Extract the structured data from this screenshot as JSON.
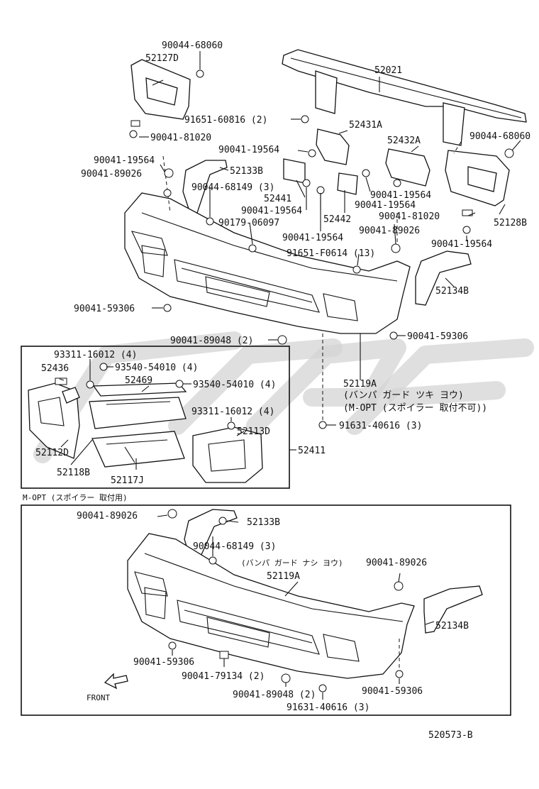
{
  "labels": {
    "p90044_68060_tl": "90044-68060",
    "p52127D": "52127D",
    "p52021": "52021",
    "p91651_60816": "91651-60816 (2)",
    "p52431A": "52431A",
    "p90044_68060_r": "90044-68060",
    "p90041_81020_l": "90041-81020",
    "p90041_19564_a": "90041-19564",
    "p52432A": "52432A",
    "p90041_19564_b": "90041-19564",
    "p90041_89026_a": "90041-89026",
    "p52133B_a": "52133B",
    "p90044_68149_a": "90044-68149 (3)",
    "p52441": "52441",
    "p90041_19564_c": "90041-19564",
    "p90041_19564_d": "90041-19564",
    "p90041_19564_e": "90041-19564",
    "p52442": "52442",
    "p90041_81020_r": "90041-81020",
    "p52128B": "52128B",
    "p90179_06097": "90179-06097",
    "p90041_19564_f": "90041-19564",
    "p90041_89026_b": "90041-89026",
    "p91651_F0614": "91651-F0614 (13)",
    "p90041_19564_g": "90041-19564",
    "p52134B_a": "52134B",
    "p90041_59306_a": "90041-59306",
    "p90041_89048_a": "90041-89048 (2)",
    "p90041_59306_b": "90041-59306",
    "p93311_16012_a": "93311-16012 (4)",
    "p52436": "52436",
    "p93540_54010_a": "93540-54010 (4)",
    "p52469": "52469",
    "p93540_54010_b": "93540-54010 (4)",
    "p52119A_a": "52119A",
    "p52119A_note1": "(バンパ ガード ツキ ヨウ)",
    "p52119A_note2": "(M-OPT (スポイラー 取付不可))",
    "p93311_16012_b": "93311-16012 (4)",
    "p52113D": "52113D",
    "p91631_40616_a": "91631-40616 (3)",
    "p52112D": "52112D",
    "p52411": "52411",
    "p52118B": "52118B",
    "p52117J": "52117J",
    "mopt_heading": "M-OPT (スポイラー 取付用)",
    "p90041_89026_c": "90041-89026",
    "p52133B_b": "52133B",
    "p90044_68149_b": "90044-68149 (3)",
    "p52119A_note3": "(バンパ ガード ナシ ヨウ)",
    "p90041_89026_d": "90041-89026",
    "p52119A_b": "52119A",
    "p52134B_b": "52134B",
    "p90041_59306_c": "90041-59306",
    "p90041_79134": "90041-79134 (2)",
    "front": "FRONT",
    "p90041_89048_b": "90041-89048 (2)",
    "p90041_59306_d": "90041-59306",
    "p91631_40616_b": "91631-40616 (3)",
    "figure_id": "520573-B"
  },
  "colors": {
    "ink": "#111111",
    "background": "#ffffff",
    "watermark": "#d4d4d4"
  }
}
